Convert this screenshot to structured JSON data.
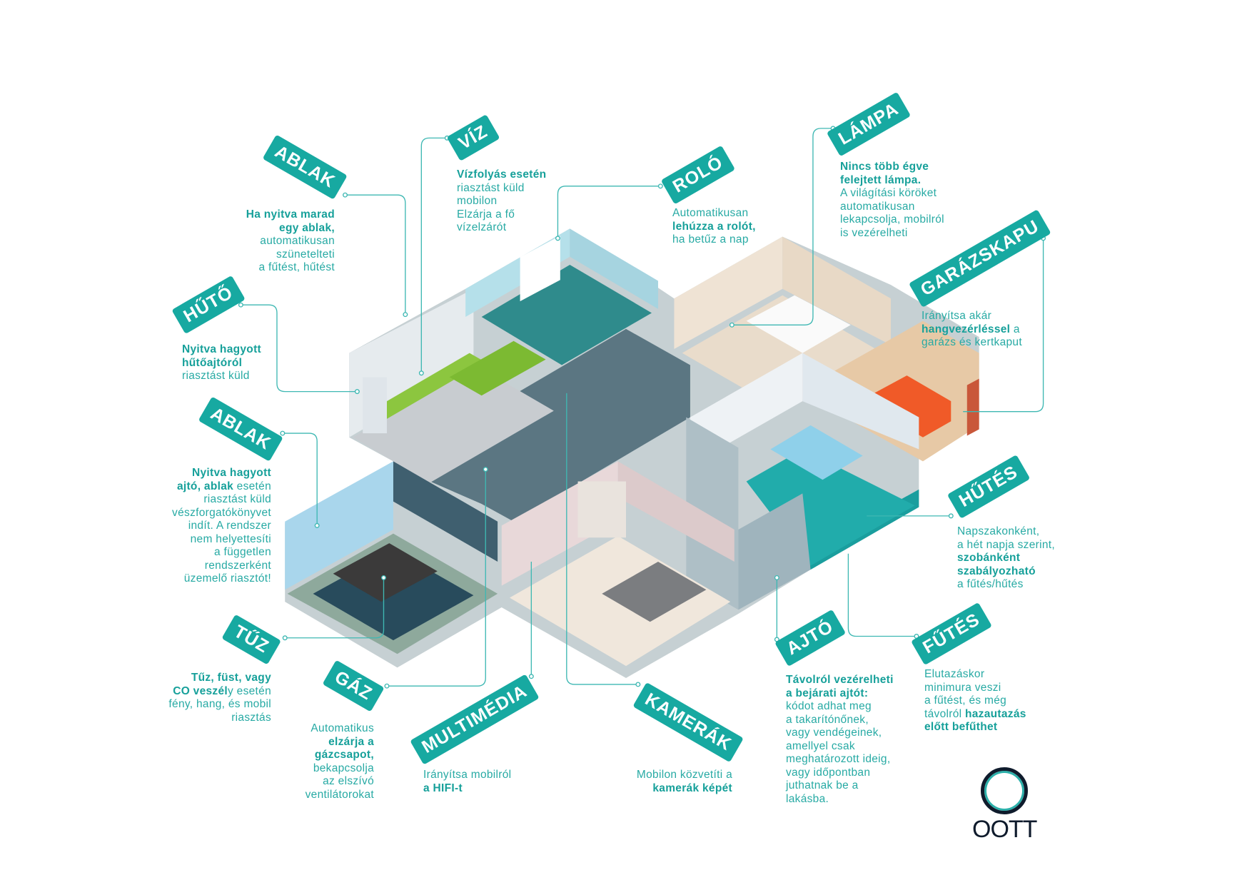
{
  "colors": {
    "accent": "#17a9a1",
    "text": "#27aaa4",
    "logo": "#0f1b2c"
  },
  "labels": {
    "ablak_top": {
      "title": "ABLAK",
      "lines": [
        [
          {
            "t": "Ha nyitva marad",
            "b": true
          }
        ],
        [
          {
            "t": "egy ablak,",
            "b": true
          }
        ],
        [
          {
            "t": "automatikusan"
          }
        ],
        [
          {
            "t": "szünetelteti"
          }
        ],
        [
          {
            "t": "a fűtést, hűtést"
          }
        ]
      ]
    },
    "viz": {
      "title": "VÍZ",
      "lines": [
        [
          {
            "t": "Vízfolyás esetén",
            "b": true
          }
        ],
        [
          {
            "t": "riasztást küld"
          }
        ],
        [
          {
            "t": "mobilon"
          }
        ],
        [
          {
            "t": "Elzárja a fő"
          }
        ],
        [
          {
            "t": "vízelzárót"
          }
        ]
      ]
    },
    "huto": {
      "title": "HŰTŐ",
      "lines": [
        [
          {
            "t": "Nyitva hagyott",
            "b": true
          }
        ],
        [
          {
            "t": "hűtőajtóról",
            "b": true
          }
        ],
        [
          {
            "t": "riasztást küld"
          }
        ]
      ]
    },
    "rolo": {
      "title": "ROLÓ",
      "lines": [
        [
          {
            "t": "Automatikusan"
          }
        ],
        [
          {
            "t": "lehúzza a rolót,",
            "b": true
          }
        ],
        [
          {
            "t": "ha betűz a nap"
          }
        ]
      ]
    },
    "lampa": {
      "title": "LÁMPA",
      "lines": [
        [
          {
            "t": "Nincs több égve",
            "b": true
          }
        ],
        [
          {
            "t": "felejtett lámpa.",
            "b": true
          }
        ],
        [
          {
            "t": "A világítási köröket"
          }
        ],
        [
          {
            "t": "automatikusan"
          }
        ],
        [
          {
            "t": "lekapcsolja, mobilról"
          }
        ],
        [
          {
            "t": "is vezérelheti"
          }
        ]
      ]
    },
    "garazskapu": {
      "title": "GARÁZSKAPU",
      "lines": [
        [
          {
            "t": "Irányítsa akár"
          }
        ],
        [
          {
            "t": "hangvezérléssel",
            "b": true
          },
          {
            "t": " a"
          }
        ],
        [
          {
            "t": "garázs és kertkaput"
          }
        ]
      ]
    },
    "ablak_left": {
      "title": "ABLAK",
      "lines": [
        [
          {
            "t": "Nyitva hagyott",
            "b": true
          }
        ],
        [
          {
            "t": "ajtó, ablak",
            "b": true
          },
          {
            "t": " esetén"
          }
        ],
        [
          {
            "t": "riasztást küld"
          }
        ],
        [
          {
            "t": "vészforgatókönyvet"
          }
        ],
        [
          {
            "t": "indít. A rendszer"
          }
        ],
        [
          {
            "t": "nem helyettesíti"
          }
        ],
        [
          {
            "t": "a független"
          }
        ],
        [
          {
            "t": "rendszerként"
          }
        ],
        [
          {
            "t": "üzemelő riasztót!"
          }
        ]
      ]
    },
    "tuz": {
      "title": "TŰZ",
      "lines": [
        [
          {
            "t": "Tűz, füst, vagy",
            "b": true
          }
        ],
        [
          {
            "t": "CO veszél",
            "b": true
          },
          {
            "t": "y esetén"
          }
        ],
        [
          {
            "t": "fény, hang, és mobil"
          }
        ],
        [
          {
            "t": "riasztás"
          }
        ]
      ]
    },
    "gaz": {
      "title": "GÁZ",
      "lines": [
        [
          {
            "t": "Automatikus"
          }
        ],
        [
          {
            "t": "elzárja a",
            "b": true
          }
        ],
        [
          {
            "t": "gázcsapot,",
            "b": true
          }
        ],
        [
          {
            "t": "bekapcsolja"
          }
        ],
        [
          {
            "t": "az elszívó"
          }
        ],
        [
          {
            "t": "ventilátorokat"
          }
        ]
      ]
    },
    "multimedia": {
      "title": "MULTIMÉDIA",
      "lines": [
        [
          {
            "t": "Irányítsa mobilról"
          }
        ],
        [
          {
            "t": "a HIFI-t",
            "b": true
          }
        ]
      ]
    },
    "kamerak": {
      "title": "KAMERÁK",
      "lines": [
        [
          {
            "t": "Mobilon közvetíti a"
          }
        ],
        [
          {
            "t": "kamerák képét",
            "b": true
          }
        ]
      ]
    },
    "ajto": {
      "title": "AJTÓ",
      "lines": [
        [
          {
            "t": "Távolról vezérelheti",
            "b": true
          }
        ],
        [
          {
            "t": "a bejárati ajtót:",
            "b": true
          }
        ],
        [
          {
            "t": "kódot adhat meg"
          }
        ],
        [
          {
            "t": "a takarítónőnek,"
          }
        ],
        [
          {
            "t": "vagy vendégeinek,"
          }
        ],
        [
          {
            "t": "amellyel csak"
          }
        ],
        [
          {
            "t": "meghatározott ideig,"
          }
        ],
        [
          {
            "t": "vagy időpontban"
          }
        ],
        [
          {
            "t": "juthatnak be a"
          }
        ],
        [
          {
            "t": "lakásba."
          }
        ]
      ]
    },
    "hutes": {
      "title": "HŰTÉS",
      "lines": [
        [
          {
            "t": "Napszakonként,"
          }
        ],
        [
          {
            "t": "a hét napja szerint,"
          }
        ],
        [
          {
            "t": "szobánként",
            "b": true
          }
        ],
        [
          {
            "t": "szabályozható",
            "b": true
          }
        ],
        [
          {
            "t": "a fűtés/hűtés"
          }
        ]
      ]
    },
    "futes": {
      "title": "FŰTÉS",
      "lines": [
        [
          {
            "t": "Elutazáskor"
          }
        ],
        [
          {
            "t": "minimura veszi"
          }
        ],
        [
          {
            "t": "a fűtést, és még"
          }
        ],
        [
          {
            "t": "távolról "
          },
          {
            "t": "hazautazás",
            "b": true
          }
        ],
        [
          {
            "t": "előtt befűthet",
            "b": true
          }
        ]
      ]
    }
  },
  "logo": {
    "text": "OOTT"
  }
}
